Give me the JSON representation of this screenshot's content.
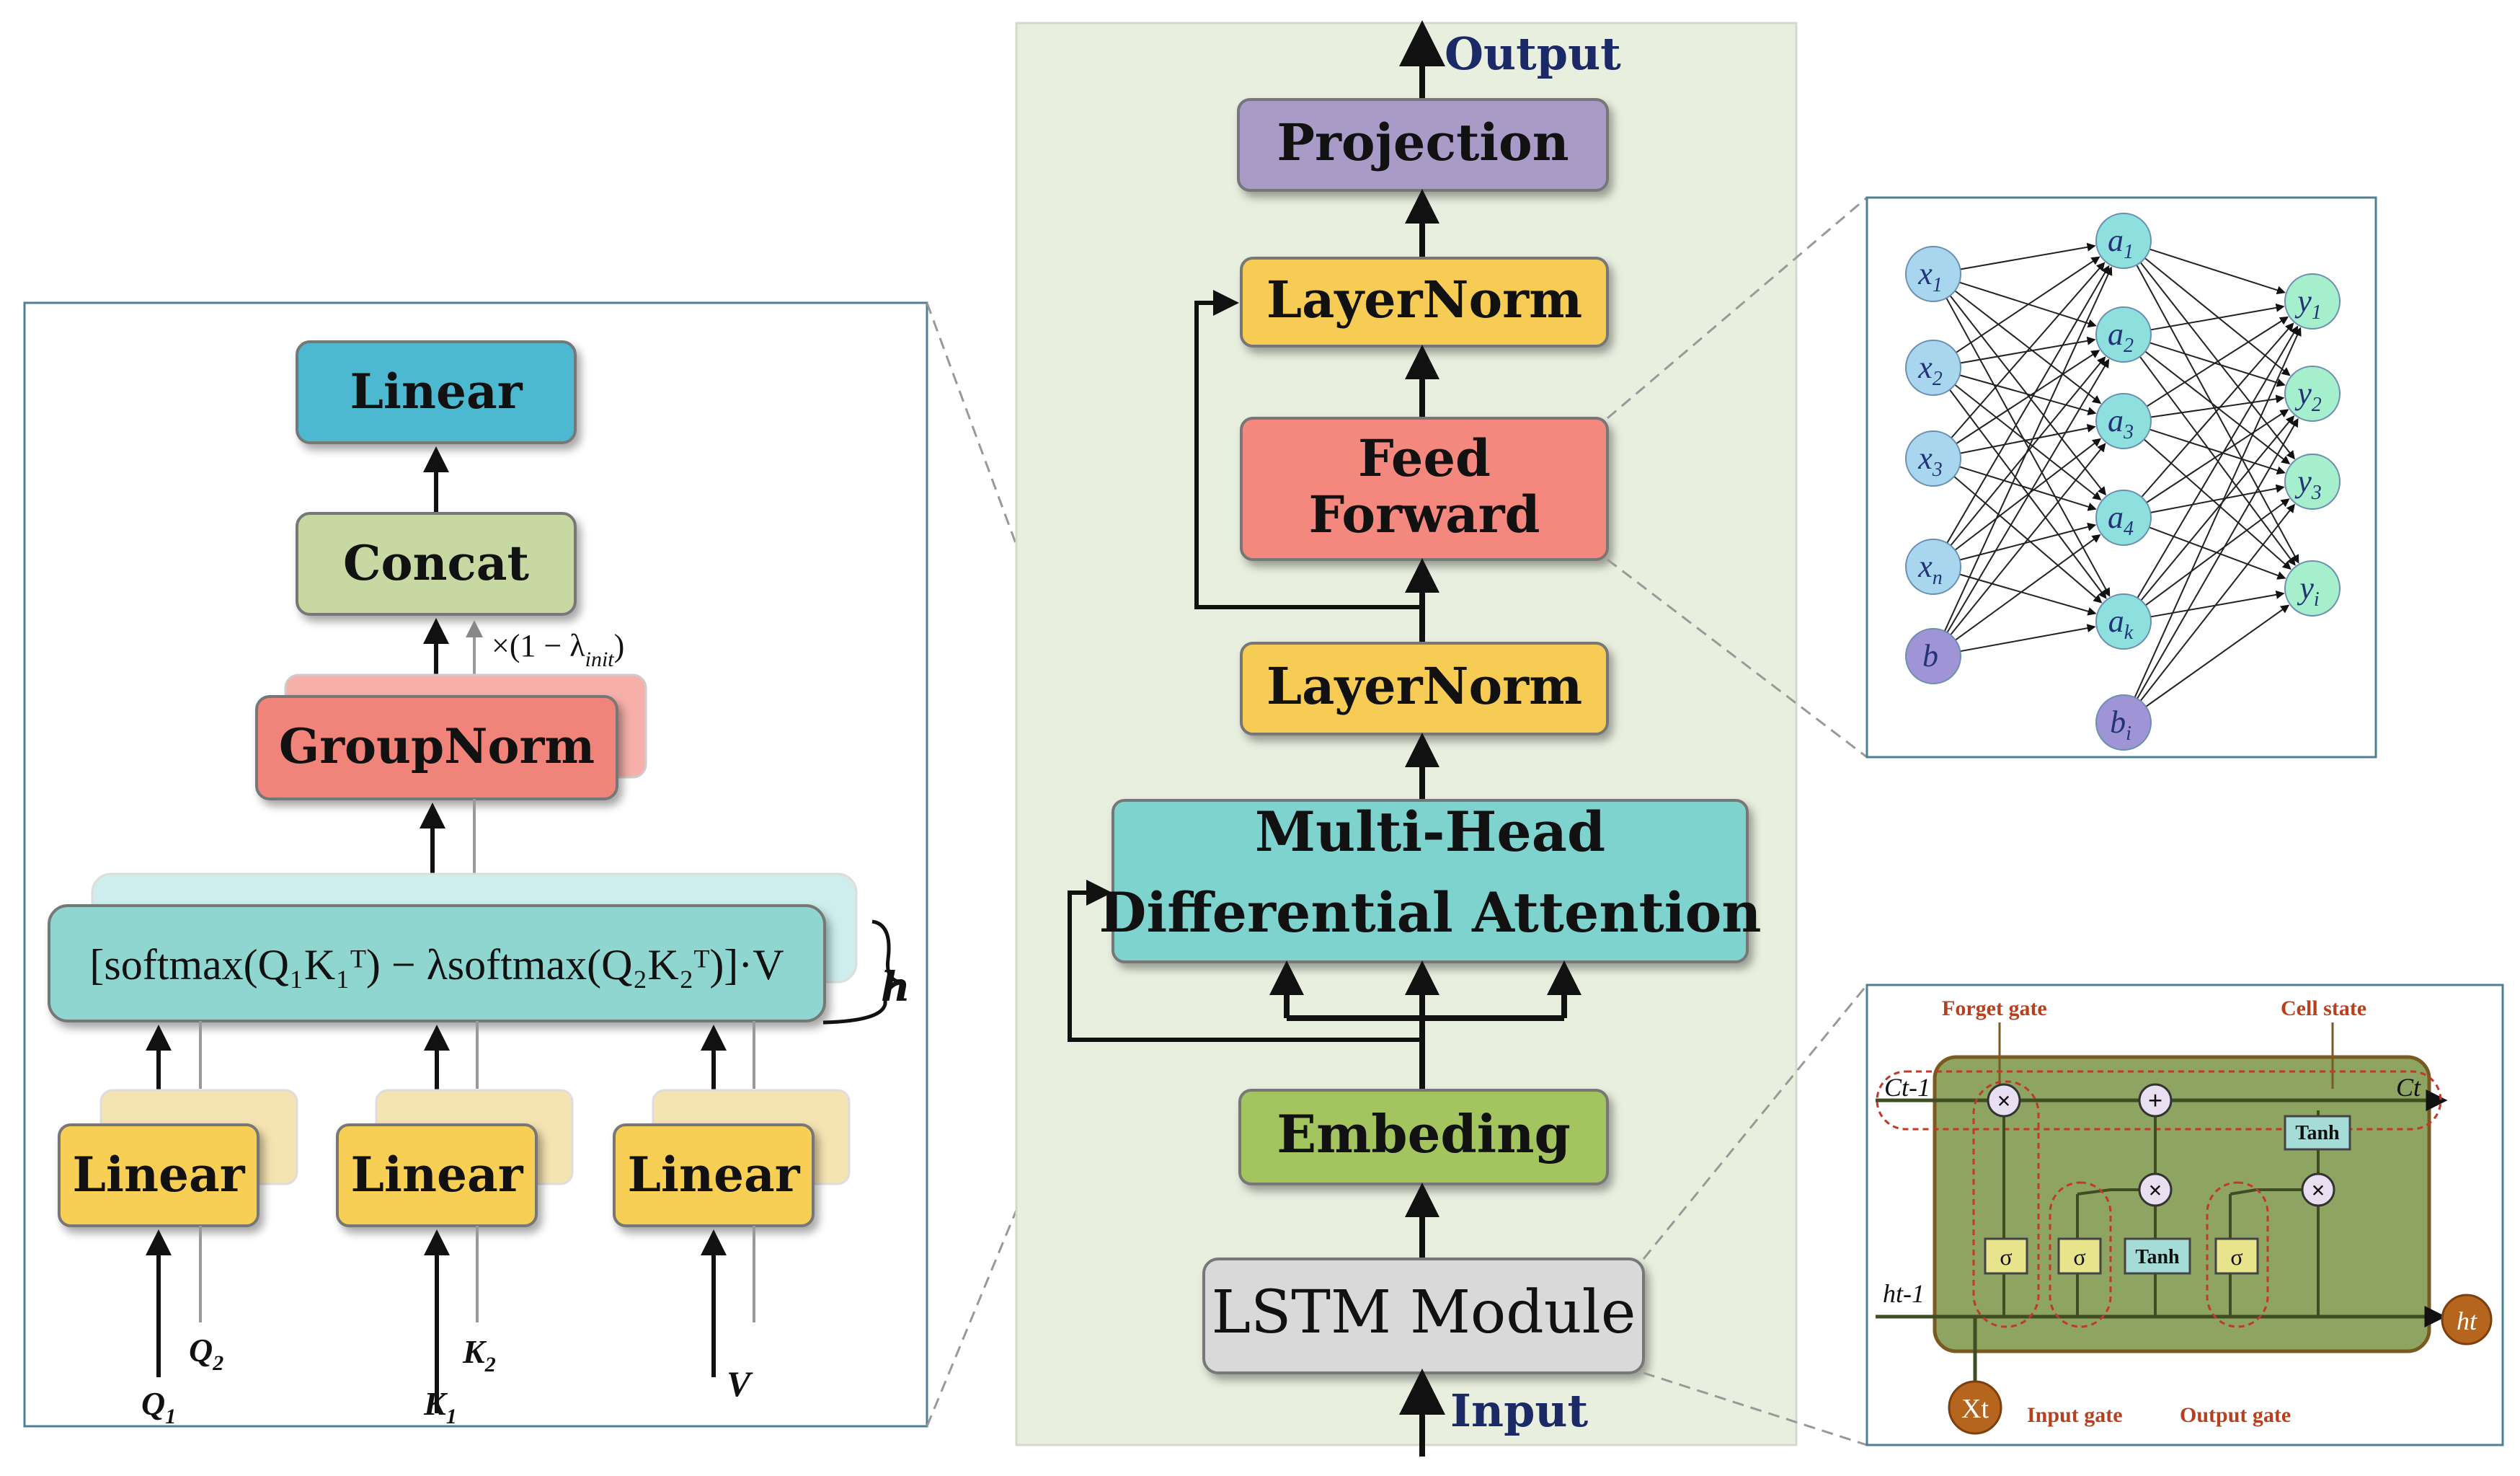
{
  "colors": {
    "center_panel_bg": "#e9efdf",
    "linear_top": "#4db9d0",
    "concat": "#c7d8a3",
    "groupnorm": "#f0837a",
    "attention_formula": "#8fd6d0",
    "linear_small": "#f7cf54",
    "projection": "#a99bc7",
    "layernorm": "#f7cc55",
    "feed_forward": "#f4877e",
    "multi_head": "#7fd3cf",
    "embedding": "#a3c45f",
    "lstm_module": "#d9d9d9",
    "nn_input_node": "#a9d6ef",
    "nn_hidden_node": "#8ee0df",
    "nn_output_node": "#a6efcc",
    "nn_bias_node": "#9f95d6",
    "lstm_cell_bg": "#8da463",
    "lstm_gate_label": "#b8401e",
    "lstm_gate_box": "#e7e48b",
    "lstm_tanh_box": "#a6dcd8",
    "io_label": "#1b2a66"
  },
  "left_panel": {
    "linear_top": "Linear",
    "concat": "Concat",
    "scale_note": "×(1 − λ",
    "scale_note_sub": "init",
    "scale_note_end": ")",
    "groupnorm": "GroupNorm",
    "formula": "[softmax(Q₁K₁ᵀ) − λsoftmax(Q₂K₂ᵀ)]·V",
    "heads": "h",
    "linear_q": "Linear",
    "linear_k": "Linear",
    "linear_v": "Linear",
    "q1": "Q",
    "q1_sub": "1",
    "q2": "Q",
    "q2_sub": "2",
    "k1": "K",
    "k1_sub": "1",
    "k2": "K",
    "k2_sub": "2",
    "v": "V"
  },
  "center_panel": {
    "output": "Output",
    "projection": "Projection",
    "layernorm_top": "LayerNorm",
    "feed_forward_line1": "Feed",
    "feed_forward_line2": "Forward",
    "layernorm_mid": "LayerNorm",
    "multi_head_line1": "Multi-Head",
    "multi_head_line2": "Differential Attention",
    "embedding": "Embeding",
    "lstm_module": "LSTM Module",
    "input": "Input"
  },
  "nn_panel": {
    "inputs": [
      "x1",
      "x2",
      "x3",
      "xn"
    ],
    "input_bias": "b",
    "hidden": [
      "a1",
      "a2",
      "a3",
      "a4",
      "ak"
    ],
    "hidden_bias": "bi",
    "outputs": [
      "y1",
      "y2",
      "y3",
      "yi"
    ]
  },
  "lstm_panel": {
    "forget_gate": "Forget gate",
    "cell_state": "Cell state",
    "input_gate": "Input gate",
    "output_gate": "Output gate",
    "c_prev": "Ct-1",
    "c_next": "Ct",
    "h_prev": "ht-1",
    "h_next": "ht",
    "x_in": "Xt",
    "sigma": "σ",
    "tanh": "Tanh",
    "times": "×",
    "plus": "+"
  }
}
